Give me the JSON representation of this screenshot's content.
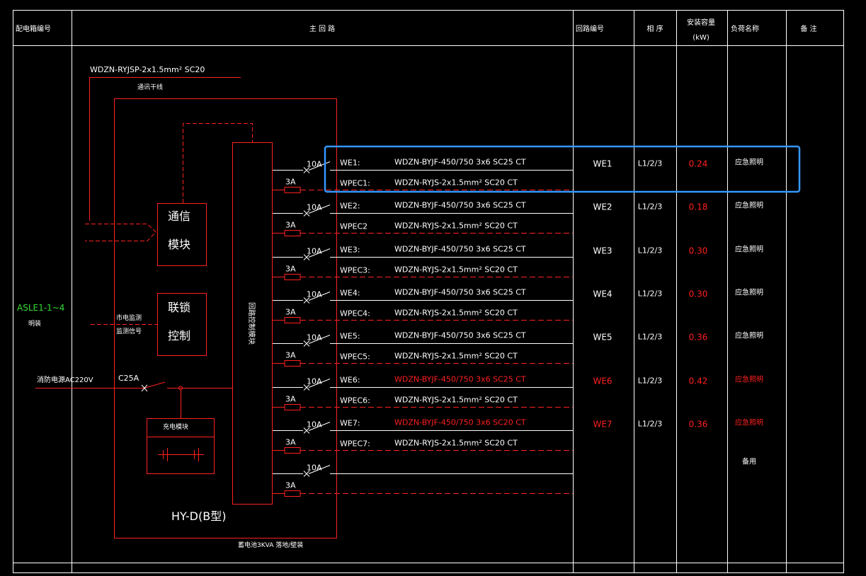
{
  "colors": {
    "background": "#000000",
    "frame": "#ffffff",
    "wire": "#ff2020",
    "text": "#ffffff",
    "highlight": "#3399ff",
    "label_green": "#33dd33"
  },
  "table_headers": {
    "col_dist_box": "配电箱编号",
    "col_main": "主  回  路",
    "col_circuit": "回路编号",
    "col_phase": "相 序",
    "col_power_l1": "安装容量",
    "col_power_l2": "(kW)",
    "col_load": "负荷名称",
    "col_note": "备 注"
  },
  "left": {
    "box_id": "ASLE1-1~4",
    "mount": "明装"
  },
  "diagram": {
    "comm_cable": "WDZN-RYJSP-2x1.5mm²    SC20",
    "comm_trunk": "通讯干线",
    "comm_module_1": "通信",
    "comm_module_2": "模块",
    "interlock_1": "联锁",
    "interlock_2": "控制",
    "mains_monitor_1": "市电监测",
    "mains_monitor_2": "监测信号",
    "fire_power": "消防电源AC220V",
    "main_breaker": "C25A",
    "charger": "充电模块",
    "controller": "回路控制模块",
    "model": "HY-D(B型)",
    "footer": "蓄电池3KVA   落地/壁装"
  },
  "circuits": [
    {
      "breaker": "10A",
      "fuse": "3A",
      "we": "WE1:",
      "cable": "WDZN-BYJF-450/750  3x6  SC25  CT",
      "wpec": "WPEC1:",
      "wpec_cable": "WDZN-RYJS-2x1.5mm²    SC20  CT",
      "id": "WE1",
      "phase": "L1/2/3",
      "power": "0.24",
      "load": "应急照明",
      "red": false
    },
    {
      "breaker": "10A",
      "fuse": "3A",
      "we": "WE2:",
      "cable": "WDZN-BYJF-450/750  3x6  SC25  CT",
      "wpec": "WPEC2",
      "wpec_cable": "WDZN-RYJS-2x1.5mm²    SC20  CT",
      "id": "WE2",
      "phase": "L1/2/3",
      "power": "0.18",
      "load": "应急照明",
      "red": false
    },
    {
      "breaker": "10A",
      "fuse": "3A",
      "we": "WE3:",
      "cable": "WDZN-BYJF-450/750  3x6  SC25  CT",
      "wpec": "WPEC3:",
      "wpec_cable": "WDZN-RYJS-2x1.5mm²    SC20  CT",
      "id": "WE3",
      "phase": "L1/2/3",
      "power": "0.30",
      "load": "应急照明",
      "red": false
    },
    {
      "breaker": "10A",
      "fuse": "3A",
      "we": "WE4:",
      "cable": "WDZN-BYJF-450/750  3x6  SC25  CT",
      "wpec": "WPEC4:",
      "wpec_cable": "WDZN-RYJS-2x1.5mm²    SC20  CT",
      "id": "WE4",
      "phase": "L1/2/3",
      "power": "0.30",
      "load": "应急照明",
      "red": false
    },
    {
      "breaker": "10A",
      "fuse": "3A",
      "we": "WE5:",
      "cable": "WDZN-BYJF-450/750  3x6  SC25  CT",
      "wpec": "WPEC5:",
      "wpec_cable": "WDZN-RYJS-2x1.5mm²    SC20  CT",
      "id": "WE5",
      "phase": "L1/2/3",
      "power": "0.36",
      "load": "应急照明",
      "red": false
    },
    {
      "breaker": "10A",
      "fuse": "3A",
      "we": "WE6:",
      "cable": "WDZN-BYJF-450/750  3x6  SC25  CT",
      "wpec": "WPEC6:",
      "wpec_cable": "WDZN-RYJS-2x1.5mm²    SC20  CT",
      "id": "WE6",
      "phase": "L1/2/3",
      "power": "0.42",
      "load": "应急照明",
      "red": true
    },
    {
      "breaker": "10A",
      "fuse": "3A",
      "we": "WE7:",
      "cable": "WDZN-BYJF-450/750  3x6  SC20  CT",
      "wpec": "WPEC7:",
      "wpec_cable": "WDZN-RYJS-2x1.5mm²    SC20  CT",
      "id": "WE7",
      "phase": "L1/2/3",
      "power": "0.36",
      "load": "应急照明",
      "red": true
    },
    {
      "breaker": "10A",
      "fuse": "3A",
      "we": "",
      "cable": "",
      "wpec": "",
      "wpec_cable": "",
      "id": "",
      "phase": "",
      "power": "",
      "load": "备用",
      "red": false
    }
  ]
}
